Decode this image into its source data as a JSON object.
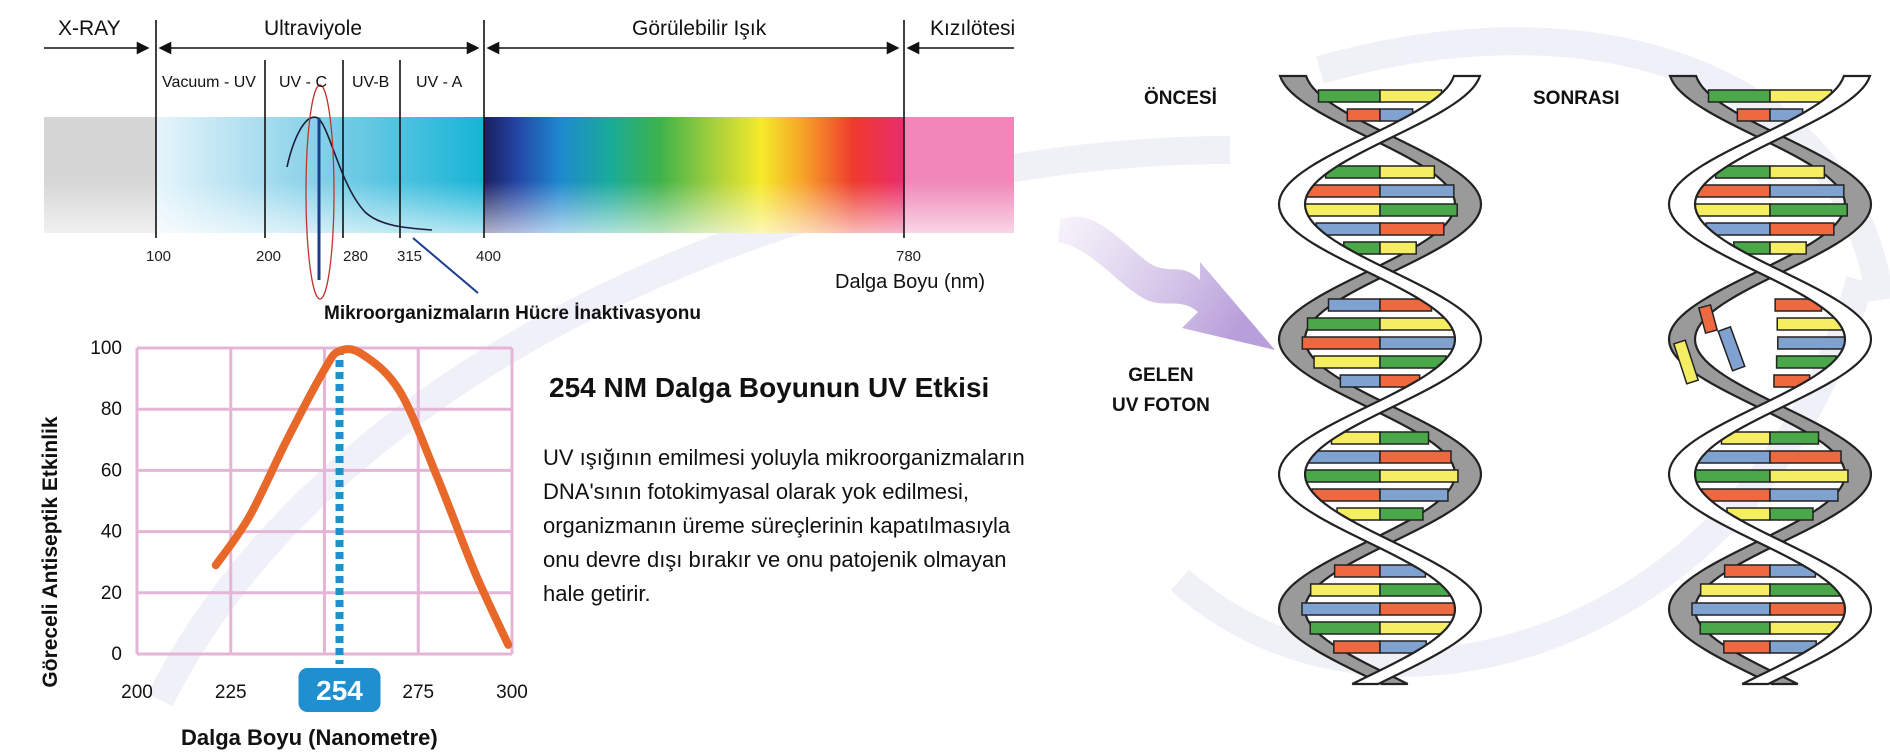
{
  "spectrum": {
    "regions": {
      "xray": "X-RAY",
      "ultraviolet": "Ultraviyole",
      "visible": "Görülebilir Işık",
      "infrared": "Kızılötesi"
    },
    "bands": {
      "vacuum_uv": "Vacuum - UV",
      "uv_c": "UV - C",
      "uv_b": "UV-B",
      "uv_a": "UV - A"
    },
    "ticks": [
      "100",
      "200",
      "280",
      "315",
      "400",
      "780"
    ],
    "axis_label": "Dalga Boyu (nm)",
    "annotation": "Mikroorganizmaların Hücre İnaktivasyonu"
  },
  "chart_data": {
    "type": "line",
    "title": "",
    "xlabel": "Dalga Boyu (Nanometre)",
    "ylabel": "Göreceli Antiseptik Etkinlik",
    "xticks": [
      "200",
      "225",
      "254",
      "275",
      "300"
    ],
    "yticks": [
      "100",
      "80",
      "60",
      "40",
      "20",
      "0"
    ],
    "xlim": [
      200,
      300
    ],
    "ylim": [
      0,
      100
    ],
    "grid": true,
    "highlight_x": 254,
    "highlight_label": "254",
    "series": [
      {
        "x": [
          221,
          230,
          240,
          250,
          254,
          260,
          270,
          280,
          290,
          299
        ],
        "y": [
          29,
          45,
          70,
          93,
          99,
          98,
          86,
          58,
          27,
          3
        ]
      }
    ]
  },
  "section": {
    "title": "254 NM Dalga Boyunun UV Etkisi",
    "body_lines": [
      "UV ışığının emilmesi yoluyla mikroorganizmaların",
      "DNA'sının fotokimyasal olarak yok edilmesi,",
      "organizmanın üreme süreçlerinin kapatılmasıyla",
      "onu devre dışı bırakır ve onu patojenik olmayan",
      "hale getirir."
    ]
  },
  "dna": {
    "before_label": "ÖNCESİ",
    "after_label": "SONRASI",
    "photon_label_line1": "GELEN",
    "photon_label_line2": "UV FOTON"
  },
  "colors": {
    "curve": "#e8682a",
    "highlight": "#1f8fd0",
    "grid": "#e4b5d6",
    "infrared": "#f087b8",
    "xray": "#d6d6d6",
    "strand_back": "#9a9a9a",
    "base_green": "#4aa84a",
    "base_yellow": "#f5ee62",
    "base_blue": "#7fa2d0",
    "base_red": "#ee6840",
    "arrow": "#c9b6e3"
  }
}
